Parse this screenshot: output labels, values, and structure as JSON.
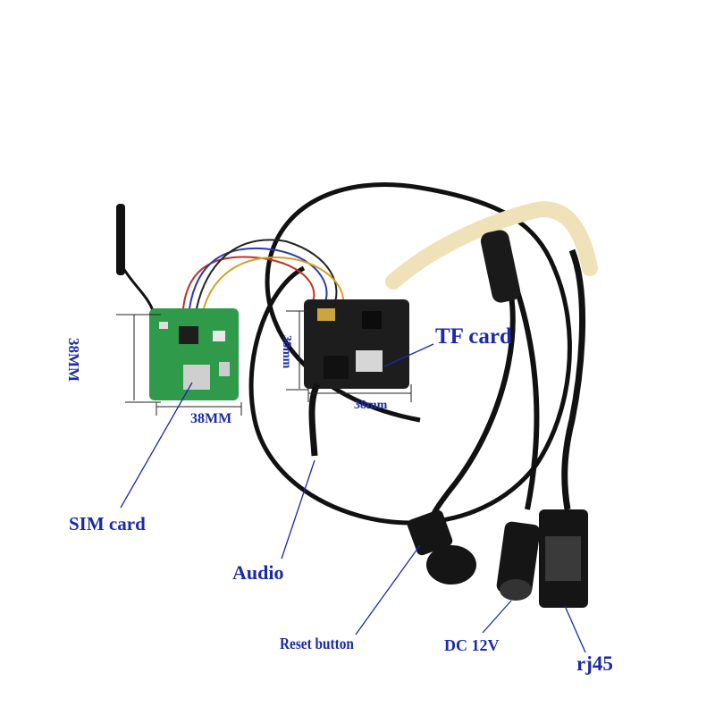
{
  "labels": {
    "board1_height": "38MM",
    "board1_width": "38MM",
    "board2_height": "38mm",
    "board2_width": "38mm",
    "tf_card": "TF card",
    "sim_card": "SIM card",
    "audio": "Audio",
    "reset_button": "Reset button",
    "dc_12v": "DC 12V",
    "rj45": "rj45"
  },
  "colors": {
    "label_text": "#1a2aa8",
    "cable": "#111111",
    "board_green": "#2f9a4a",
    "board_black": "#1d1d1d"
  }
}
